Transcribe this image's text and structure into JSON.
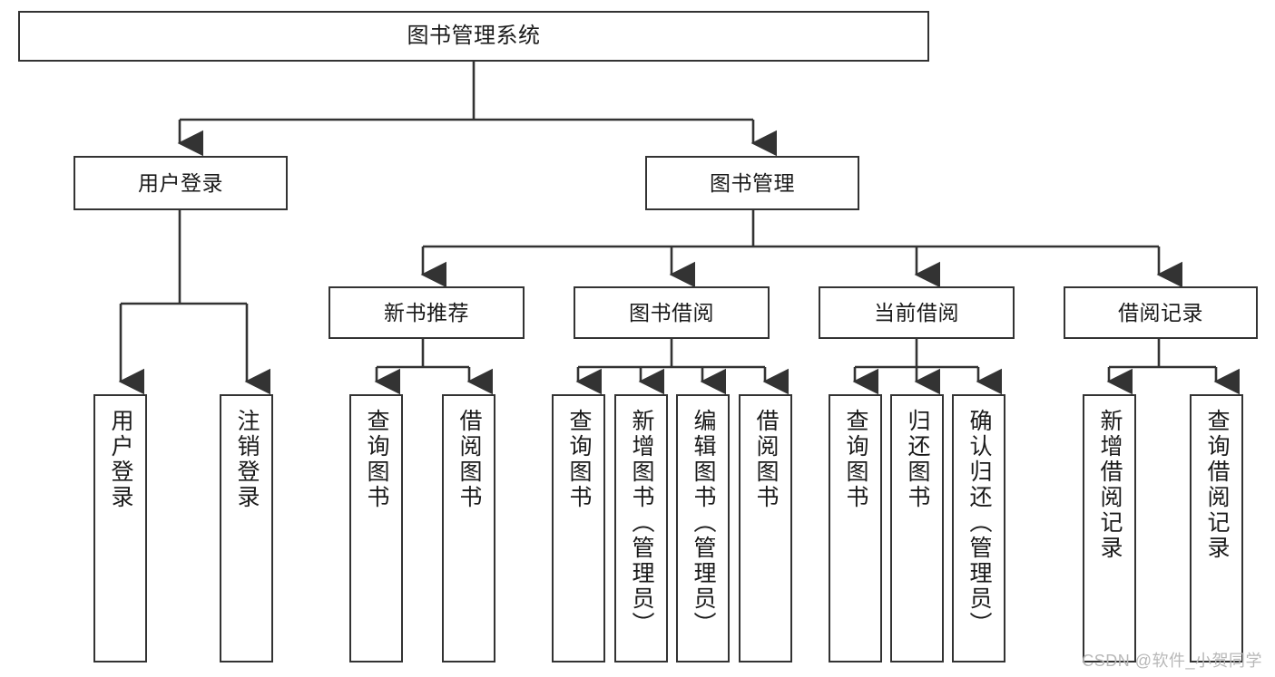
{
  "diagram": {
    "type": "tree",
    "title": "图书管理系统",
    "watermark": "CSDN @软件_小贺同学",
    "colors": {
      "stroke": "#333333",
      "fill": "#ffffff",
      "text": "#1a1a1a",
      "watermark": "#b8b8b8"
    },
    "nodes": {
      "root": {
        "label": "图书管理系统"
      },
      "level2": [
        {
          "label": "用户登录"
        },
        {
          "label": "图书管理"
        }
      ],
      "level3": [
        {
          "label": "新书推荐"
        },
        {
          "label": "图书借阅"
        },
        {
          "label": "当前借阅"
        },
        {
          "label": "借阅记录"
        }
      ],
      "leaves_user_login": [
        {
          "label": "用户登录"
        },
        {
          "label": "注销登录"
        }
      ],
      "leaves_new_book": [
        {
          "label": "查询图书"
        },
        {
          "label": "借阅图书"
        }
      ],
      "leaves_borrow": [
        {
          "label": "查询图书"
        },
        {
          "label": "新增图书（管理员）"
        },
        {
          "label": "编辑图书（管理员）"
        },
        {
          "label": "借阅图书"
        }
      ],
      "leaves_current": [
        {
          "label": "查询图书"
        },
        {
          "label": "归还图书"
        },
        {
          "label": "确认归还（管理员）"
        }
      ],
      "leaves_records": [
        {
          "label": "新增借阅记录"
        },
        {
          "label": "查询借阅记录"
        }
      ]
    }
  }
}
